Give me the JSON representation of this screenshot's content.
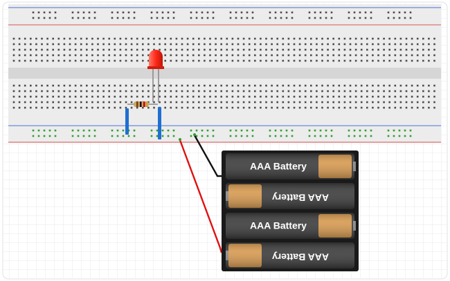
{
  "battery_pack": {
    "cells": [
      {
        "label": "AAA Battery",
        "orientation": "normal"
      },
      {
        "label": "AAA Battery",
        "orientation": "flipped"
      },
      {
        "label": "AAA Battery",
        "orientation": "normal"
      },
      {
        "label": "AAA Battery",
        "orientation": "flipped"
      }
    ]
  },
  "colors": {
    "grid_line": "#dde3ea",
    "breadboard": "#ececec",
    "breadboard_divider": "#d4d4d4",
    "hole": "#4a4a4a",
    "rail_hole": "#2f9e2f",
    "rail_red": "#d9534f",
    "rail_blue": "#4a6fd4",
    "led_red": "#ff2a1a",
    "jumper_blue": "#1f6fd0",
    "wire_red": "#e01010",
    "wire_black": "#111111",
    "battery_case": "#1a1a1a",
    "cell_dark": "#3b3b3b",
    "cell_copper": "#d6994f"
  }
}
